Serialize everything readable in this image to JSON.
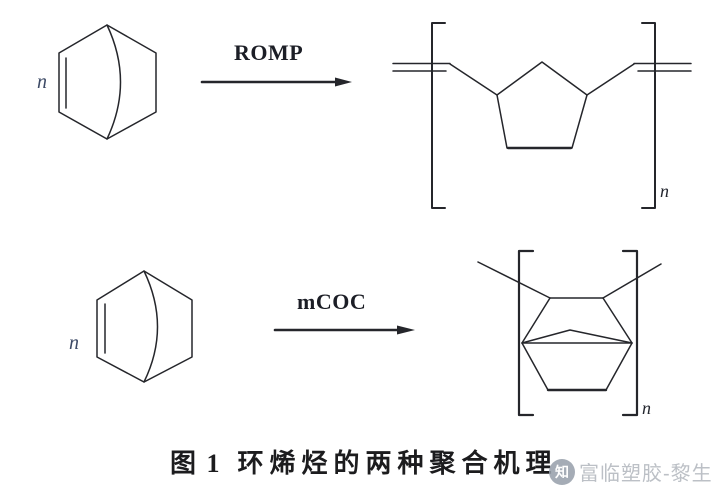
{
  "figure": {
    "caption": {
      "label": "图 1",
      "title": "环烯烃的两种聚合机理"
    },
    "reactions": [
      {
        "reactant": "norbornene",
        "coefficient": "n",
        "mechanism": "ROMP",
        "product": "ring-opened-metathesis-polymer",
        "repeat_subscript": "n"
      },
      {
        "reactant": "norbornene",
        "coefficient": "n",
        "mechanism": "mCOC",
        "product": "vinyl-addition-cycloolefin-polymer",
        "repeat_subscript": "n"
      }
    ]
  },
  "watermark": {
    "platform_glyph": "知",
    "username": "富临塑胶-黎生"
  },
  "colors": {
    "line": "#25262b",
    "mechanism_label": "#1c1e26",
    "coefficient_label": "#3d4a66",
    "caption_text": "#1c1c1e",
    "watermark_text": "#bcc0c6"
  }
}
